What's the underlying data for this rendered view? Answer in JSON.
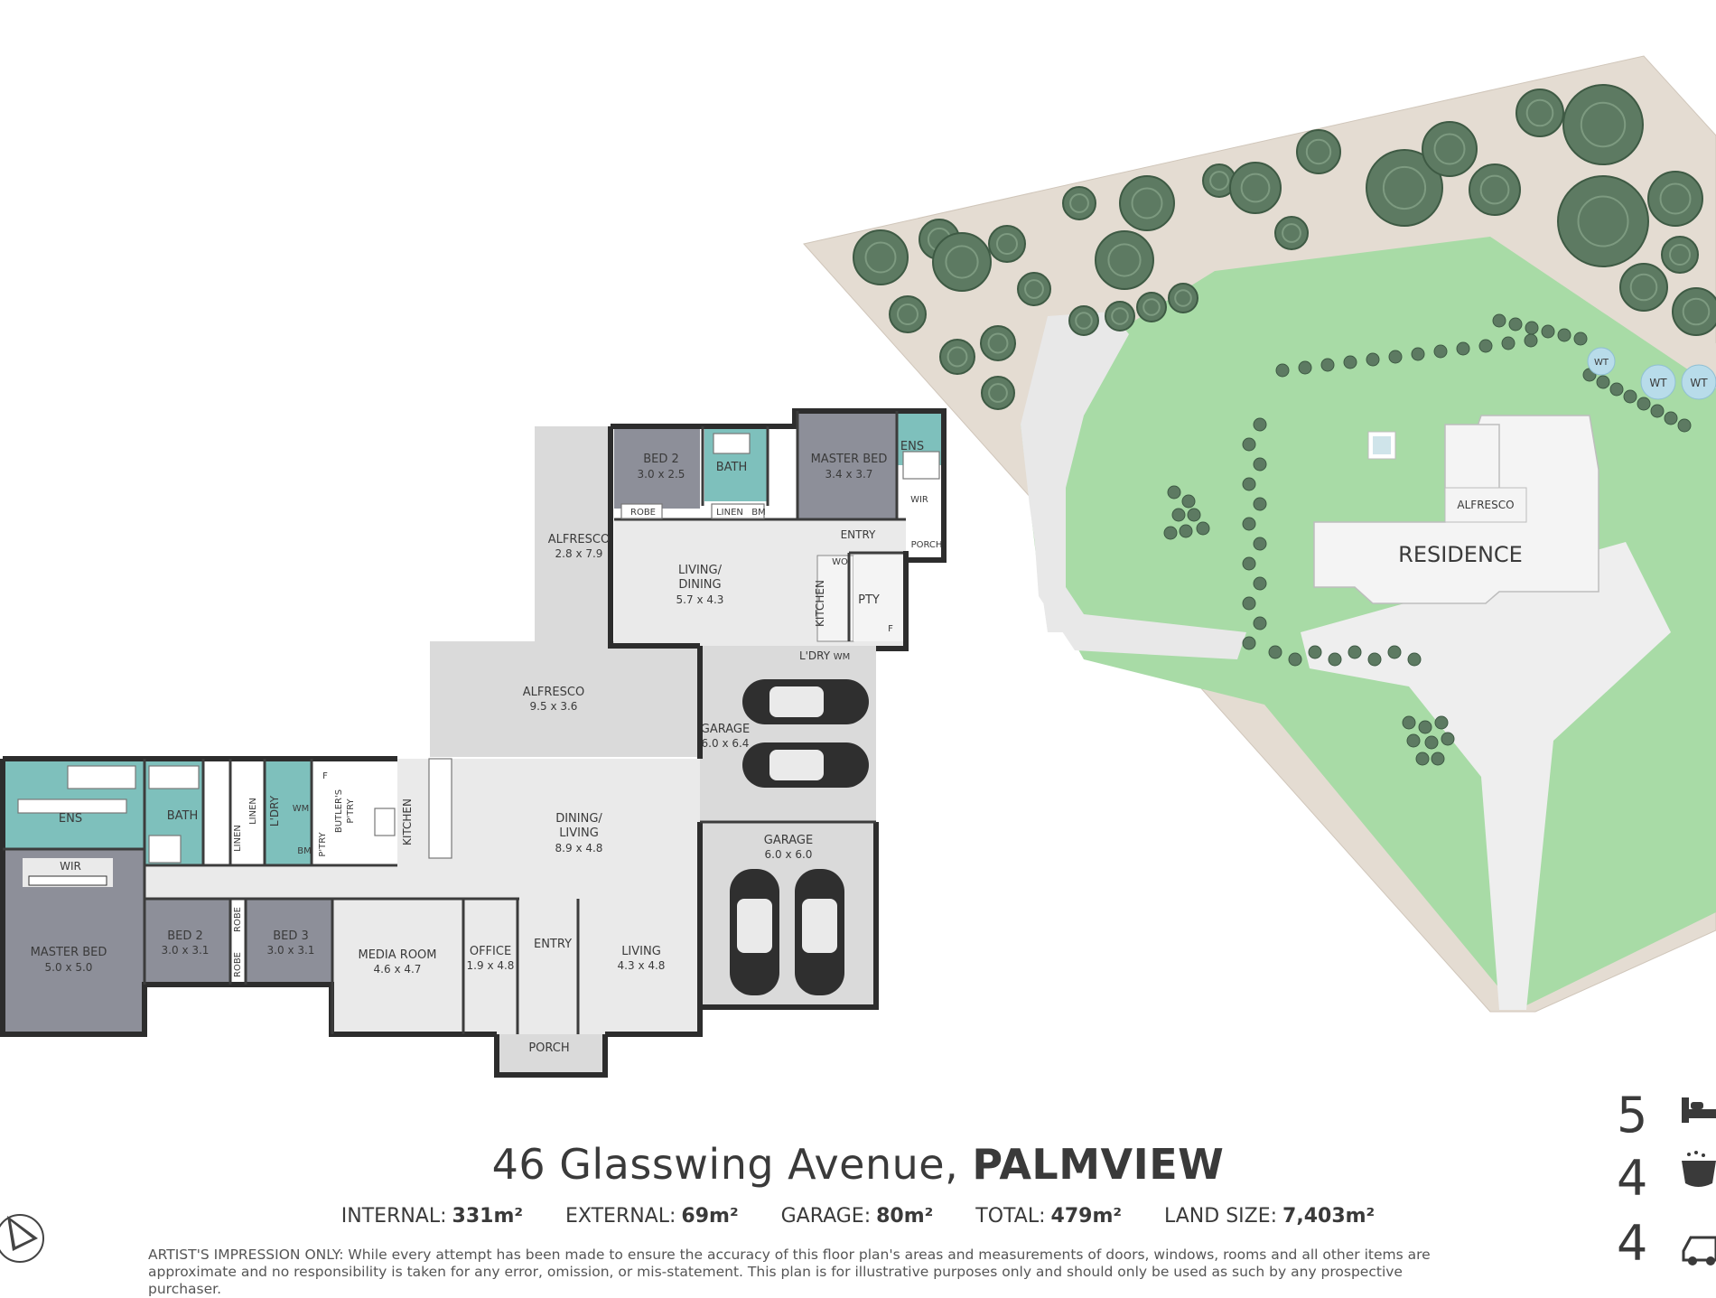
{
  "address": {
    "street": "46 Glasswing Avenue,",
    "suburb": "PALMVIEW"
  },
  "areas": [
    {
      "label": "INTERNAL:",
      "value": "331m²"
    },
    {
      "label": "EXTERNAL:",
      "value": "69m²"
    },
    {
      "label": "GARAGE:",
      "value": "80m²"
    },
    {
      "label": "TOTAL:",
      "value": "479m²"
    },
    {
      "label": "LAND SIZE:",
      "value": "7,403m²"
    }
  ],
  "disclaimer": "ARTIST'S IMPRESSION ONLY: While every attempt has been made to ensure the accuracy of this floor plan's areas and measurements of doors, windows, rooms and all other items are approximate and no responsibility is taken for any error, omission, or mis-statement. This plan is for illustrative purposes only and should only be used as such by any prospective purchaser.",
  "counts": {
    "beds": "5",
    "baths": "4",
    "cars": "4"
  },
  "icons": {
    "beds": "bed-icon",
    "baths": "bathtub-icon",
    "cars": "car-icon",
    "compass": "north-arrow-icon"
  },
  "colors": {
    "wet_area": "#7ec0bc",
    "bedroom": "#8d8f99",
    "living": "#eaeaea",
    "outdoor": "#dadada",
    "lawn": "#a8dba6",
    "garden": "#e4dcd2",
    "tree": "#5d7a62",
    "water_tank": "#b8dcea"
  },
  "site": {
    "residence": "RESIDENCE",
    "alfresco": "ALFRESCO",
    "water_tanks": [
      "WT",
      "WT",
      "WT"
    ]
  },
  "upper_plan": {
    "rooms": [
      {
        "name": "BED 2",
        "dims": "3.0 x 2.5"
      },
      {
        "name": "BATH",
        "dims": ""
      },
      {
        "name": "MASTER BED",
        "dims": "3.4 x 3.7"
      },
      {
        "name": "ENS",
        "dims": ""
      },
      {
        "name": "ALFRESCO",
        "dims": "2.8 x 7.9"
      },
      {
        "name": "LIVING/",
        "dims": "DINING"
      },
      {
        "name": "5.7 x 4.3",
        "dims": ""
      },
      {
        "name": "KITCHEN",
        "dims": ""
      },
      {
        "name": "PTY",
        "dims": ""
      },
      {
        "name": "ENTRY",
        "dims": ""
      },
      {
        "name": "PORCH",
        "dims": ""
      },
      {
        "name": "L'DRY",
        "dims": ""
      },
      {
        "name": "ALFRESCO",
        "dims": "9.5 x 3.6"
      },
      {
        "name": "GARAGE",
        "dims": "6.0 x 6.4"
      }
    ],
    "labels": {
      "robe": "ROBE",
      "linen": "LINEN",
      "wir": "WIR",
      "wo": "WO",
      "wm": "WM",
      "bm": "BM",
      "f": "F"
    }
  },
  "lower_plan": {
    "rooms": [
      {
        "name": "ENS",
        "dims": ""
      },
      {
        "name": "BATH",
        "dims": ""
      },
      {
        "name": "L'DRY",
        "dims": ""
      },
      {
        "name": "BUTLER'S",
        "dims": "P'TRY"
      },
      {
        "name": "KITCHEN",
        "dims": ""
      },
      {
        "name": "DINING/",
        "dims": "LIVING"
      },
      {
        "name": "8.9 x 4.8",
        "dims": ""
      },
      {
        "name": "GARAGE",
        "dims": "6.0 x 6.0"
      },
      {
        "name": "MASTER BED",
        "dims": "5.0 x 5.0"
      },
      {
        "name": "BED 2",
        "dims": "3.0 x 3.1"
      },
      {
        "name": "BED 3",
        "dims": "3.0 x 3.1"
      },
      {
        "name": "MEDIA ROOM",
        "dims": "4.6 x 4.7"
      },
      {
        "name": "OFFICE",
        "dims": "1.9 x 4.8"
      },
      {
        "name": "ENTRY",
        "dims": ""
      },
      {
        "name": "LIVING",
        "dims": "4.3 x 4.8"
      },
      {
        "name": "PORCH",
        "dims": ""
      }
    ],
    "labels": {
      "wir": "WIR",
      "robe": "ROBE",
      "linen": "LINEN",
      "p_try": "P'TRY",
      "wm": "WM",
      "bm": "BM",
      "f": "F"
    }
  }
}
